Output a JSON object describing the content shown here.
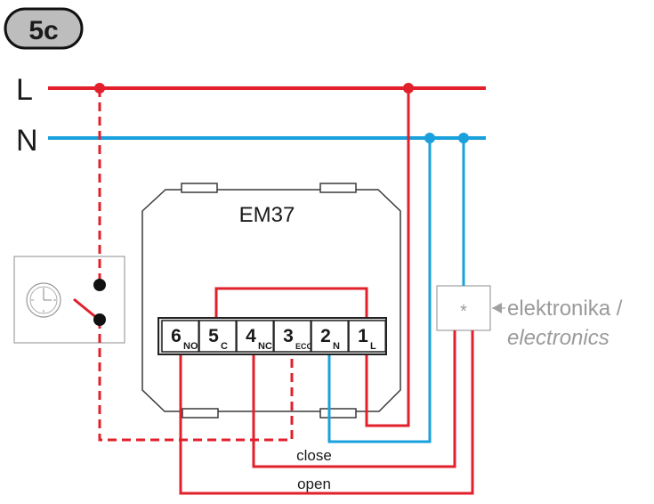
{
  "badge": "5c",
  "lines": {
    "live": "L",
    "neutral": "N"
  },
  "device": {
    "model": "EM37",
    "terminals": [
      {
        "num": "6",
        "sub": "NO"
      },
      {
        "num": "5",
        "sub": "C"
      },
      {
        "num": "4",
        "sub": "NC"
      },
      {
        "num": "3",
        "sub": "ECO"
      },
      {
        "num": "2",
        "sub": "N"
      },
      {
        "num": "1",
        "sub": "L"
      }
    ]
  },
  "electronics": {
    "symbol": "*",
    "label_cz": "elektronika /",
    "label_en": "electronics"
  },
  "wires": {
    "close": "close",
    "open": "open"
  },
  "colors": {
    "live": "#e2202c",
    "neutral": "#1aa0dc",
    "outline": "#3a3a3a",
    "grey": "#a0a0a0"
  },
  "icons": {
    "timer": "clock-icon"
  }
}
